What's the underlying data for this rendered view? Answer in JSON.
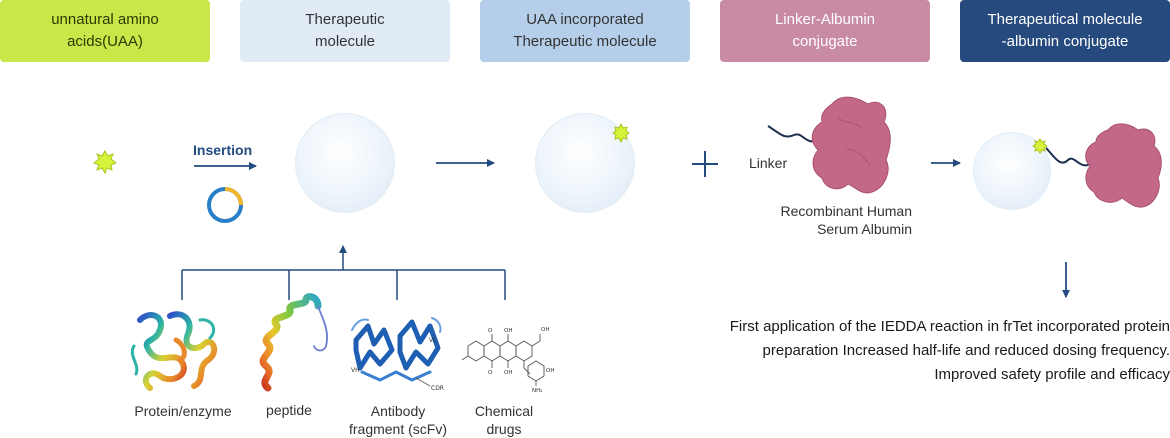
{
  "headers": [
    {
      "label": "unnatural amino\nacids(UAA)",
      "bg": "#c8e84a",
      "fg": "#2a3a00"
    },
    {
      "label": "Therapeutic\nmolecule",
      "bg": "#e0ebf5",
      "fg": "#333333"
    },
    {
      "label": "UAA incorporated\nTherapeutic molecule",
      "bg": "#b5cfea",
      "fg": "#333333"
    },
    {
      "label": "Linker-Albumin\nconjugate",
      "bg": "#c98aa4",
      "fg": "#ffffff"
    },
    {
      "label": "Therapeutical molecule\n-albumin conjugate",
      "bg": "#264a7d",
      "fg": "#ffffff"
    }
  ],
  "insertion_label": "Insertion",
  "linker_label": "Linker",
  "albumin_label": "Recombinant Human\nSerum Albumin",
  "sources": [
    {
      "label": "Protein/enzyme"
    },
    {
      "label": "peptide"
    },
    {
      "label": "Antibody\nfragment (scFv)"
    },
    {
      "label": "Chemical\ndrugs"
    }
  ],
  "outcome_lines": [
    "First application of the IEDDA reaction in frTet incorporated protein",
    "preparation Increased half-life and reduced dosing frequency.",
    "Improved safety profile and efficacy"
  ],
  "colors": {
    "arrow": "#234b80",
    "uaa": "#d6f23a",
    "albumin": "#c4688a",
    "plus": "#234b80"
  }
}
